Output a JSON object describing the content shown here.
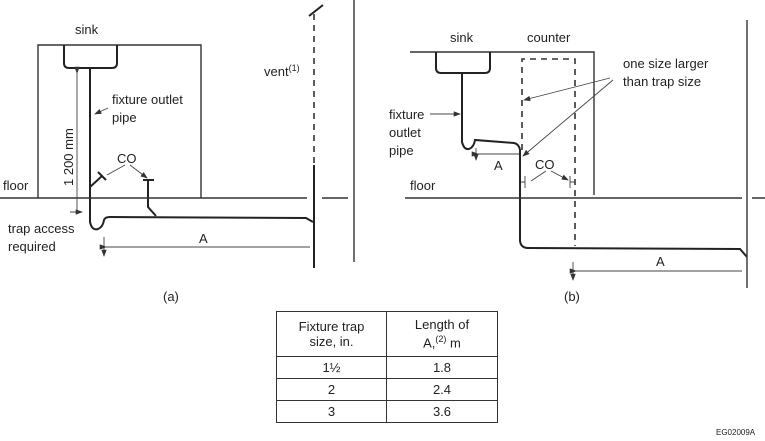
{
  "diagram_a": {
    "sink": "sink",
    "fixture_outlet_1": "fixture outlet",
    "fixture_outlet_2": "pipe",
    "floor": "floor",
    "dimension": "1 200 mm",
    "co": "CO",
    "vent": "vent",
    "vent_note": "(1)",
    "trap_access_1": "trap access",
    "trap_access_2": "required",
    "a": "A",
    "caption": "(a)"
  },
  "diagram_b": {
    "sink": "sink",
    "counter": "counter",
    "one_size_1": "one size larger",
    "one_size_2": "than trap size",
    "fixture_1": "fixture",
    "fixture_2": "outlet",
    "fixture_3": "pipe",
    "a_short": "A",
    "co": "CO",
    "floor": "floor",
    "a_long": "A",
    "caption": "(b)"
  },
  "table": {
    "header_col1_line1": "Fixture trap",
    "header_col1_line2": "size, in.",
    "header_col2_line1": "Length of",
    "header_col2_line2": "A,",
    "header_col2_note": "(2)",
    "header_col2_unit": " m",
    "rows": [
      {
        "size": "1½",
        "length": "1.8"
      },
      {
        "size": "2",
        "length": "2.4"
      },
      {
        "size": "3",
        "length": "3.6"
      }
    ]
  },
  "figure_code": "EG02009A"
}
